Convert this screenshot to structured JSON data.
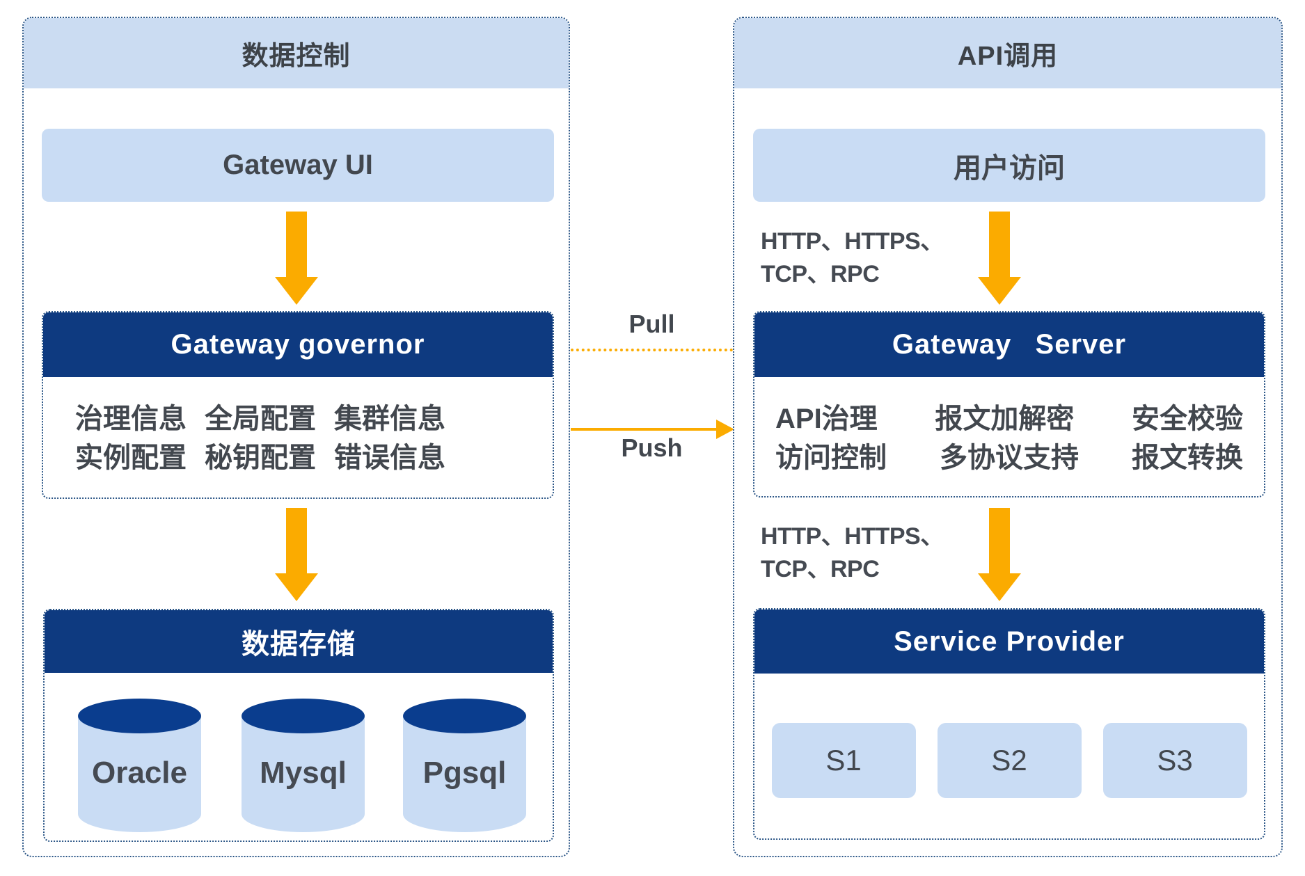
{
  "colors": {
    "navy": "#0e3a80",
    "light_blue": "#c9dcf4",
    "band_blue": "#cbdcf2",
    "orange": "#fbab00",
    "text_dark": "#42474e",
    "dotted_border": "#2a5586"
  },
  "left_panel": {
    "title": "数据控制",
    "gateway_ui_label": "Gateway UI",
    "governor": {
      "title": "Gateway governor",
      "row1": [
        "治理信息",
        "全局配置",
        "集群信息"
      ],
      "row2": [
        "实例配置",
        "秘钥配置",
        "错误信息"
      ]
    },
    "storage": {
      "title": "数据存储",
      "databases": [
        "Oracle",
        "Mysql",
        "Pgsql"
      ]
    }
  },
  "connectors": {
    "pull_label": "Pull",
    "push_label": "Push"
  },
  "right_panel": {
    "title": "API调用",
    "user_access_label": "用户访问",
    "protocols_top": {
      "line1": "HTTP、HTTPS、",
      "line2": "TCP、RPC"
    },
    "protocols_bottom": {
      "line1": "HTTP、HTTPS、",
      "line2": "TCP、RPC"
    },
    "server": {
      "title": "Gateway Server",
      "row1": [
        "API治理",
        "报文加解密",
        "安全校验"
      ],
      "row2": [
        "访问控制",
        "多协议支持",
        "报文转换"
      ]
    },
    "provider": {
      "title": "Service Provider",
      "services": [
        "S1",
        "S2",
        "S3"
      ]
    }
  }
}
